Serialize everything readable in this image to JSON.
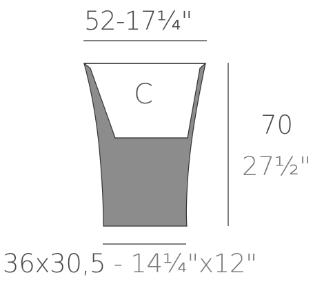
{
  "dimensions": {
    "top_width": "52-17¼\"",
    "height_cm": "70",
    "height_in": "27½\"",
    "base_cm": "36x30,5",
    "base_separator": " - ",
    "base_in": "14¼\"x12\""
  },
  "product": {
    "code_letter": "C",
    "body_color": "#8c8c8c",
    "outline_color": "#333333",
    "dimension_line_color": "#555555"
  }
}
